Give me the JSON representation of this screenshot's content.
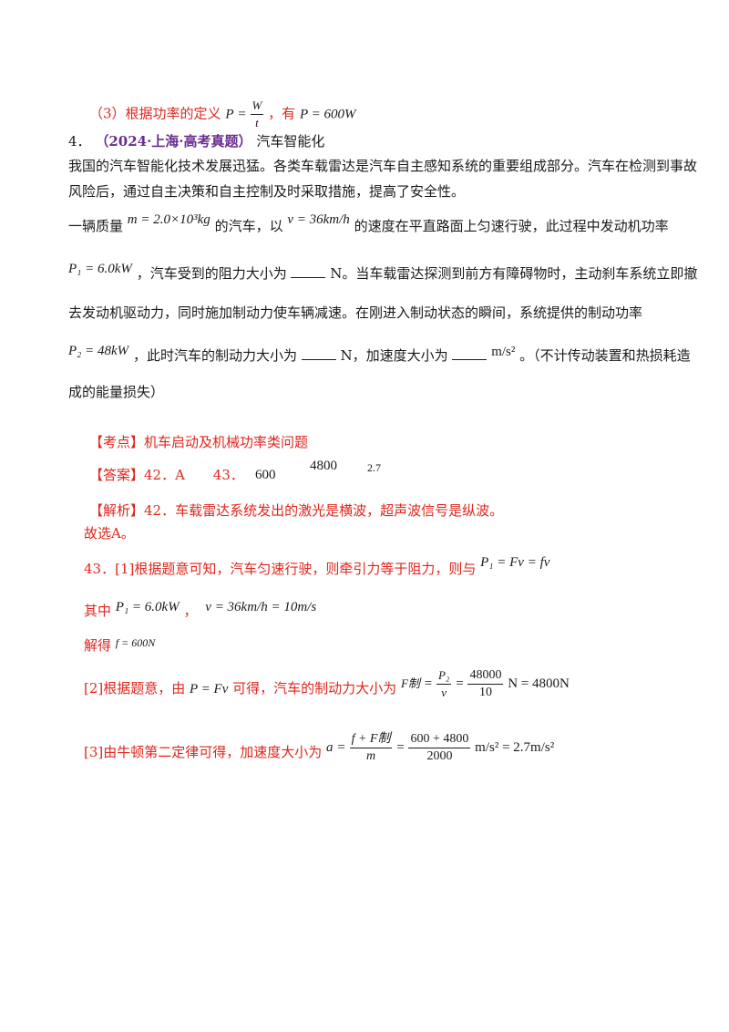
{
  "step3": {
    "prefix": "（3）根据功率的定义",
    "formula_lhs": "P",
    "formula_num": "W",
    "formula_den": "t",
    "mid": "，有",
    "result": "P = 600W"
  },
  "question": {
    "number": "4．",
    "source": "（2024·上海·高考真题）",
    "title": "汽车智能化",
    "para1_line1": "我国的汽车智能化技术发展迅猛。各类车载雷达是汽车自主感知系统的重要组成部分。汽车在检测到事故",
    "para1_line2": "风险后，通过自主决策和自主控制及时采取措施，提高了安全性。",
    "l3_a": "一辆质量",
    "l3_mass": "m = 2.0×10³kg",
    "l3_b": "的汽车，以",
    "l3_speed": "v = 36km/h",
    "l3_c": "的速度在平直路面上匀速行驶，此过程中发动机功率",
    "l4_p1": "P₁ = 6.0kW",
    "l4_a": "，汽车受到的阻力大小为",
    "l4_b": "N。当车载雷达探测到前方有障碍物时，主动刹车系统立即撤",
    "l5": "去发动机驱动力，同时施加制动力使车辆减速。在刚进入制动状态的瞬间，系统提供的制动功率",
    "l6_p2": "P₂ = 48kW",
    "l6_a": "，此时汽车的制动力大小为",
    "l6_b": "N，加速度大小为",
    "l6_unit": "m/s²",
    "l6_c": "。（不计传动装置和热损耗造",
    "l7": "成的能量损失）"
  },
  "answer": {
    "kaodian_label": "【考点】",
    "kaodian_text": "机车启动及机械功率类问题",
    "daan_label": "【答案】",
    "daan_a": "42．A",
    "daan_b": "43．",
    "v1": "600",
    "v2": "4800",
    "v3": "2.7",
    "jiexi_label": "【解析】",
    "jiexi_text": "42．车载雷达系统发出的激光是横波，超声波信号是纵波。",
    "choose": "故选A。",
    "s1_text": "43．[1]根据题意可知，汽车匀速行驶，则牵引力等于阻力，则与",
    "s1_formula": "P₁ = Fv = fv",
    "s2_text": "其中",
    "s2_f1": "P₁ = 6.0kW",
    "s2_sep": "，",
    "s2_f2": "v = 36km/h = 10m/s",
    "s3_text": "解得",
    "s3_formula": "f = 600N",
    "s4_text": "[2]根据题意，由",
    "s4_formula": "P = Fv",
    "s4_text2": "可得，汽车的制动力大小为",
    "s4_lhs": "F制",
    "s4_num1": "P₂",
    "s4_den1": "v",
    "s4_num2": "48000",
    "s4_den2": "10",
    "s4_res": "N = 4800N",
    "s5_text": "[3]由牛顿第二定律可得，加速度大小为",
    "s5_lhs": "a",
    "s5_num1": "f + F制",
    "s5_den1": "m",
    "s5_num2": "600 + 4800",
    "s5_den2": "2000",
    "s5_res": "m/s² = 2.7m/s²"
  }
}
